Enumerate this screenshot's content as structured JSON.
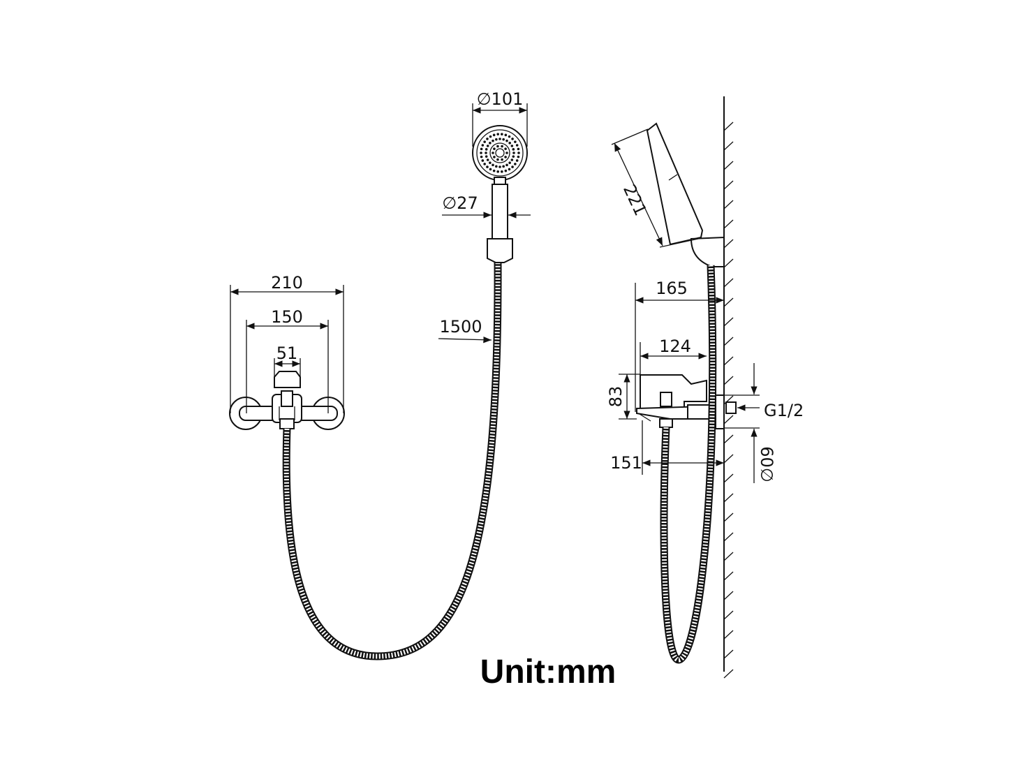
{
  "front_view": {
    "dims": {
      "total_width": "210",
      "center_distance": "150",
      "valve_width": "51",
      "hose_length": "1500",
      "head_diameter": "∅101",
      "handle_diameter": "∅27"
    }
  },
  "side_view": {
    "dims": {
      "head_length": "221",
      "projection_total": "165",
      "lever_length": "124",
      "height": "83",
      "spout_projection": "151",
      "thread": "G1/2",
      "rosette_diameter": "60∅"
    }
  },
  "footer": {
    "unit_label": "Unit:mm"
  },
  "colors": {
    "line": "#111111",
    "background": "#ffffff"
  }
}
